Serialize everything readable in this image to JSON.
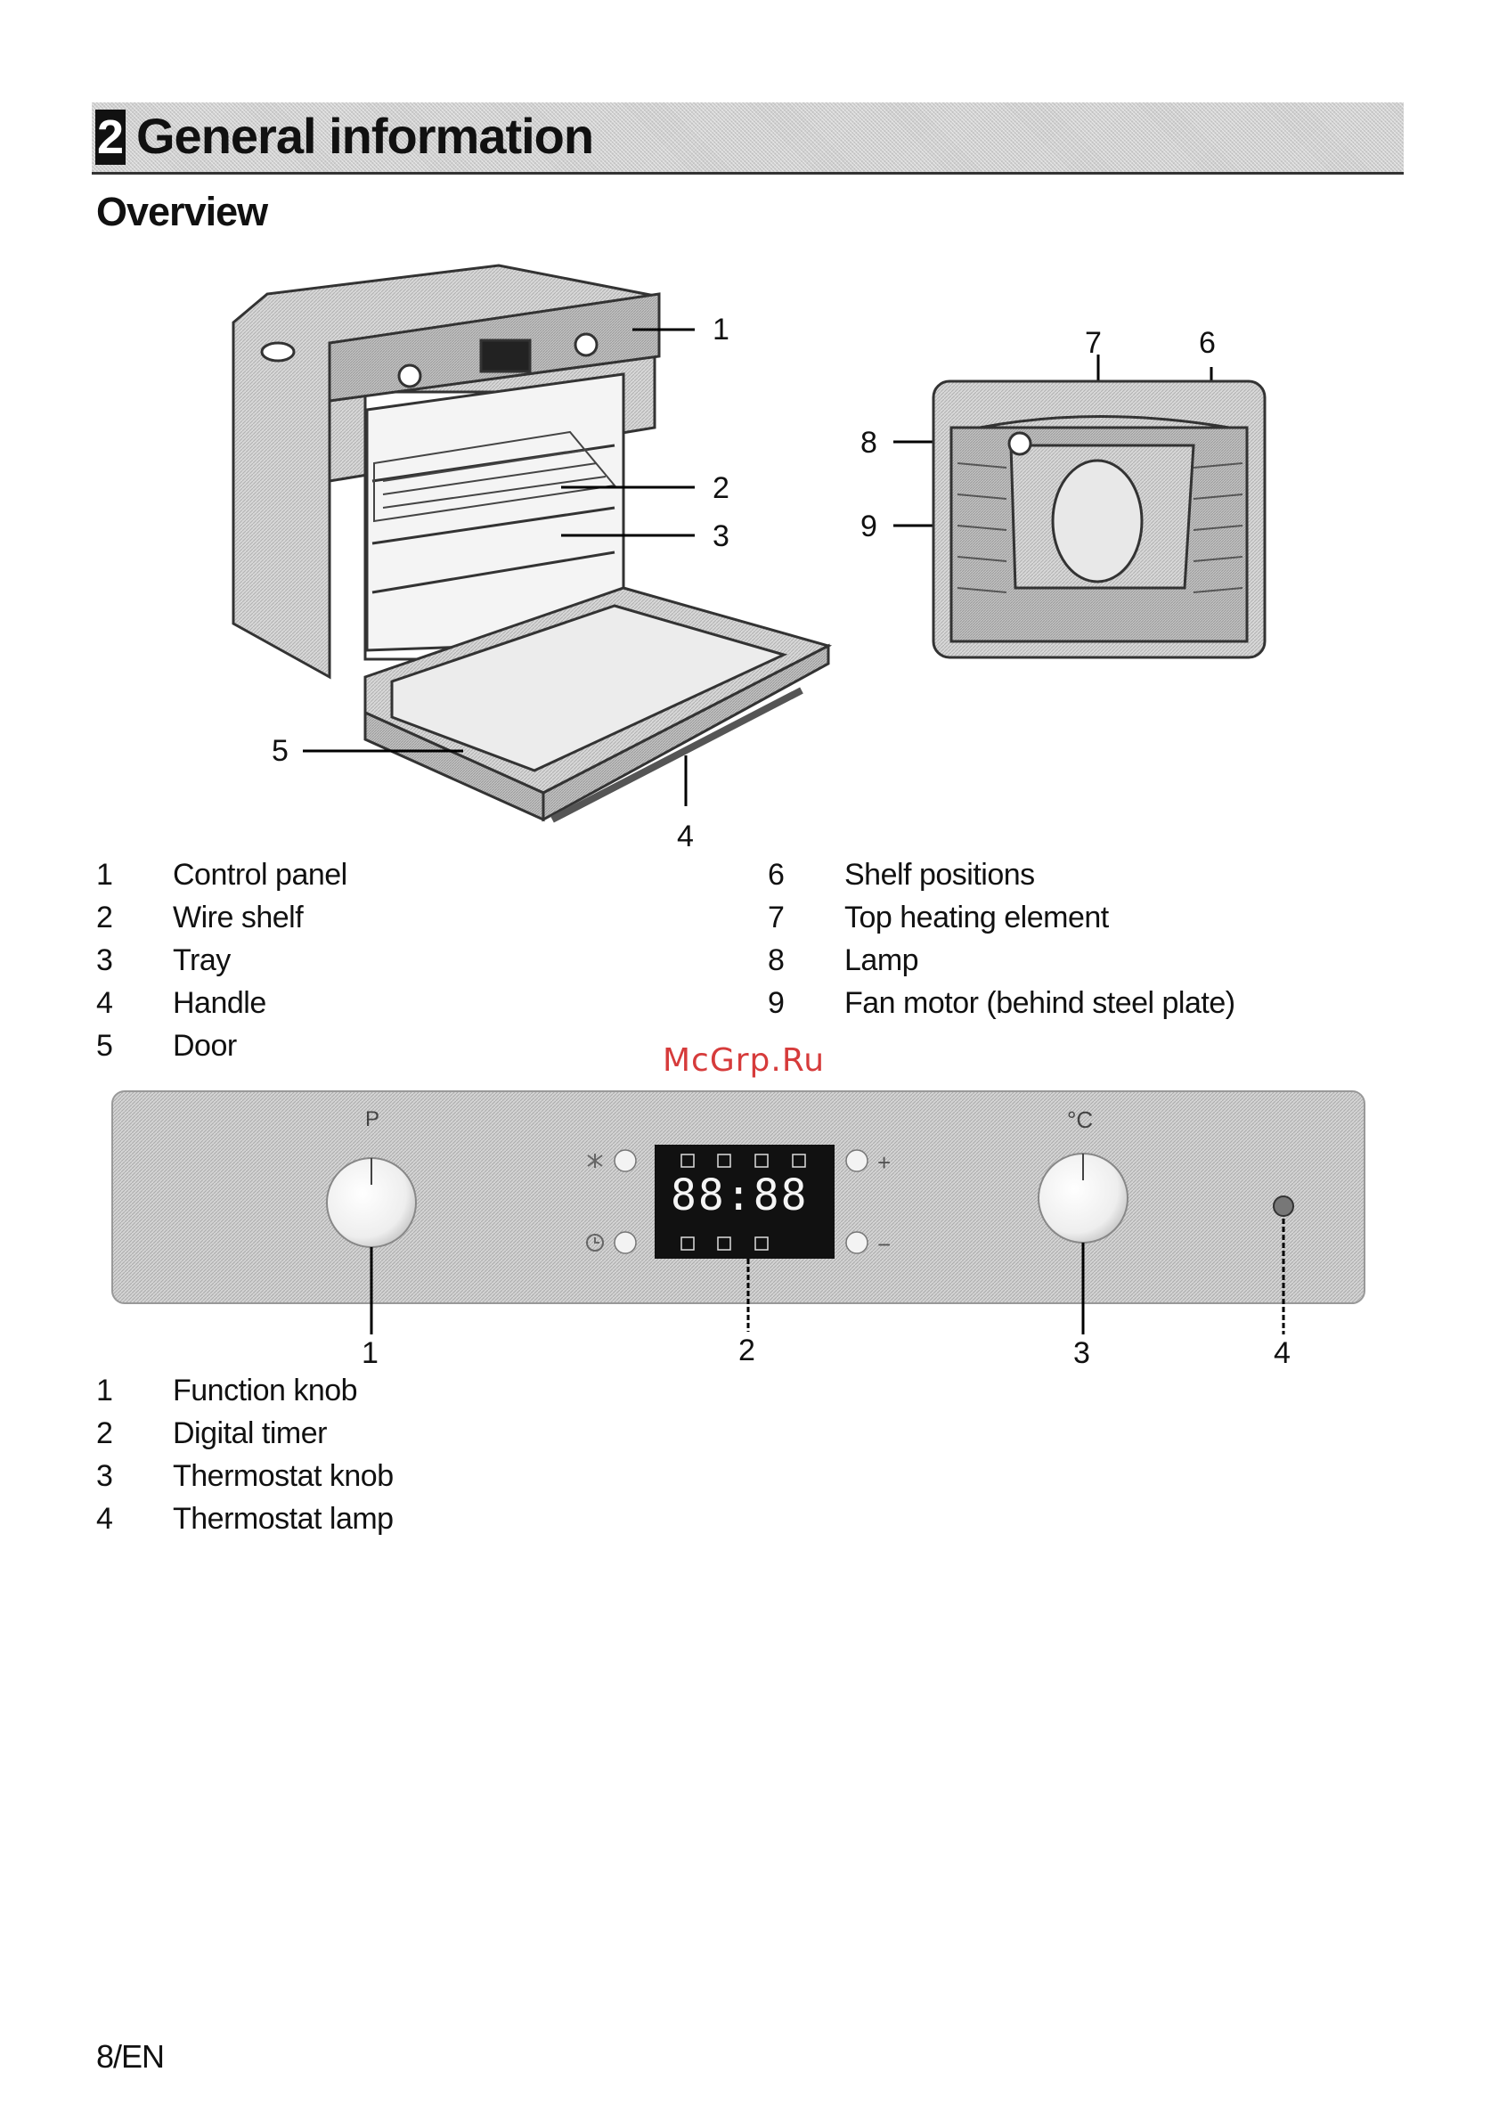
{
  "header": {
    "section_number": "2",
    "title": "General information"
  },
  "subtitle": "Overview",
  "oven_callouts": [
    "1",
    "2",
    "3",
    "4",
    "5",
    "6",
    "7",
    "8",
    "9"
  ],
  "oven_parts": [
    {
      "num": "1",
      "label": "Control panel"
    },
    {
      "num": "2",
      "label": "Wire shelf"
    },
    {
      "num": "3",
      "label": "Tray"
    },
    {
      "num": "4",
      "label": "Handle"
    },
    {
      "num": "5",
      "label": "Door"
    },
    {
      "num": "6",
      "label": "Shelf positions"
    },
    {
      "num": "7",
      "label": "Top heating element"
    },
    {
      "num": "8",
      "label": "Lamp"
    },
    {
      "num": "9",
      "label": "Fan motor (behind steel plate)"
    }
  ],
  "watermark": "McGrp.Ru",
  "panel": {
    "function_symbol": "P",
    "thermostat_symbol": "°C",
    "display_digits": "88:88",
    "plus": "+",
    "minus": "−",
    "callouts": [
      "1",
      "2",
      "3",
      "4"
    ]
  },
  "panel_parts": [
    {
      "num": "1",
      "label": "Function knob"
    },
    {
      "num": "2",
      "label": "Digital timer"
    },
    {
      "num": "3",
      "label": "Thermostat knob"
    },
    {
      "num": "4",
      "label": "Thermostat lamp"
    }
  ],
  "footer": "8/EN"
}
